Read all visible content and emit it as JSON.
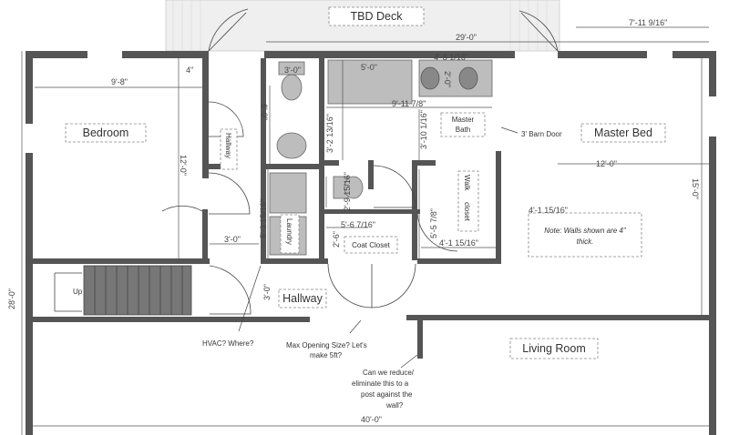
{
  "rooms": {
    "deck": "TBD Deck",
    "bedroom": "Bedroom",
    "master_bed": "Master Bed",
    "master_bath_l1": "Master",
    "master_bath_l2": "Bath",
    "laundry": "Laundry",
    "hallway_upper": "Hallway",
    "hallway_lower": "Hallway",
    "coat_closet": "Coat Closet",
    "walk_in_l1": "Walk",
    "walk_in_l2": "closet",
    "living_room": "Living Room",
    "stairs_up": "Up"
  },
  "dimensions": {
    "d29": "29'-0\"",
    "d7_11": "7'-11 9/16\"",
    "d9_8": "9'-8\"",
    "d4in": "4\"",
    "d3_0_top": "3'-0\"",
    "d5_0": "5'-0\"",
    "d4_8": "4'-8 1/16\"",
    "d2_0": "2'-0\"",
    "d6_0": "6'-0\"",
    "d9_11": "9'-11 7/8\"",
    "d3_2": "3'-2 13/16\"",
    "d3_10": "3'-10 1/16\"",
    "d12_left": "12'-0\"",
    "d12_right": "12'-0\"",
    "d15": "15'-0\"",
    "d28": "28'-0\"",
    "d2_9": "2'-9 15/16\"",
    "d5_3": "5'-3 15/16\"",
    "d5_6": "5'-6 7/16\"",
    "d5_5": "5'-5 7/8\"",
    "d4_1": "4'-1 15/16\"",
    "d2_6": "2'-6\"",
    "d3_0_left": "3'-0\"",
    "d3_0_hall": "3'-0\"",
    "d40": "40'-0\""
  },
  "notes": {
    "barn_door": "3' Barn Door",
    "walls_l1": "Note: Walls shown are 4\"",
    "walls_l2": "thick.",
    "hvac": "HVAC? Where?",
    "opening_l1": "Max Opening Size? Let's",
    "opening_l2": "make 5ft?",
    "reduce_l1": "Can we reduce/",
    "reduce_l2": "eliminate this to a",
    "reduce_l3": "post against the",
    "reduce_l4": "wall?"
  },
  "colors": {
    "wall": "#555555",
    "fixture": "#bdbdbd",
    "deck": "#eeeeee"
  }
}
